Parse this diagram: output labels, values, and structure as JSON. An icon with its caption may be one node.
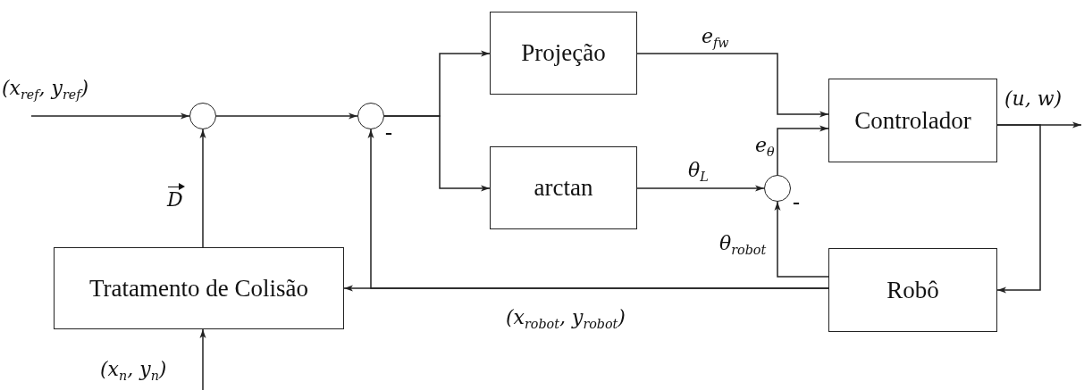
{
  "diagram": {
    "nodes": [
      {
        "text": [],
        "shape": "circle"
      },
      {
        "text": [],
        "shape": "circle"
      },
      {
        "text": [
          "Projeção"
        ]
      },
      {
        "text": [
          "arctan"
        ]
      },
      {
        "text": [],
        "shape": "circle"
      },
      {
        "text": [
          "Controlador"
        ]
      },
      {
        "text": [
          "Robô"
        ]
      },
      {
        "text": [
          "Tratamento de Colisão"
        ]
      }
    ],
    "edges": [
      {
        "from": null,
        "to": 0,
        "arrow": "to",
        "label": "(x$_{ref}$, y$_{ref}$)"
      },
      {
        "from": 0,
        "to": 1,
        "arrow": "to"
      },
      {
        "from": 1,
        "to": 2,
        "arrow": "to"
      },
      {
        "from": 1,
        "to": 3,
        "arrow": "to"
      },
      {
        "from": 2,
        "to": 5,
        "arrow": "to",
        "label": "e$_{fw}$"
      },
      {
        "from": 3,
        "to": 4,
        "arrow": "to",
        "label": "θ$_{L}$"
      },
      {
        "from": 4,
        "to": 5,
        "arrow": "to",
        "label": "e$_{θ}$"
      },
      {
        "from": 5,
        "to": null,
        "arrow": "to",
        "label": "(u, w)"
      },
      {
        "from": 5,
        "to": 6,
        "arrow": "to"
      },
      {
        "from": 6,
        "to": 4,
        "arrow": "to",
        "label": "θ$_{robot}$"
      },
      {
        "from": 6,
        "to": 7,
        "arrow": "to",
        "label": "(x$_{robot}$, y$_{robot}$)"
      },
      {
        "from": 6,
        "to": 1,
        "arrow": "to"
      },
      {
        "from": 7,
        "to": 0,
        "arrow": "to",
        "label": "D"
      },
      {
        "from": null,
        "to": 7,
        "arrow": "to",
        "label": "(x$_{n}$, y$_{n}$)"
      }
    ],
    "labels": [
      "-",
      "-"
    ]
  }
}
